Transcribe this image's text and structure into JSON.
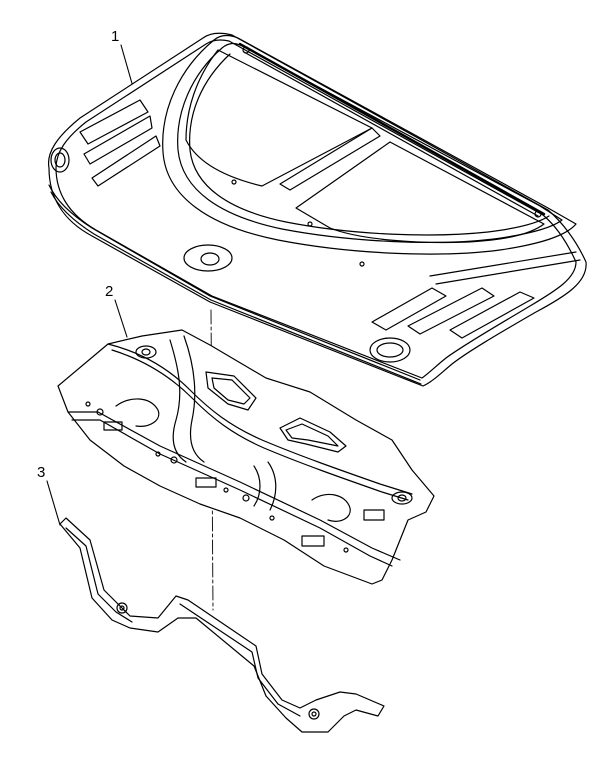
{
  "callouts": [
    {
      "label": "1"
    },
    {
      "label": "2"
    },
    {
      "label": "3"
    }
  ],
  "colors": {
    "line": "#000000",
    "fill": "#ffffff"
  }
}
